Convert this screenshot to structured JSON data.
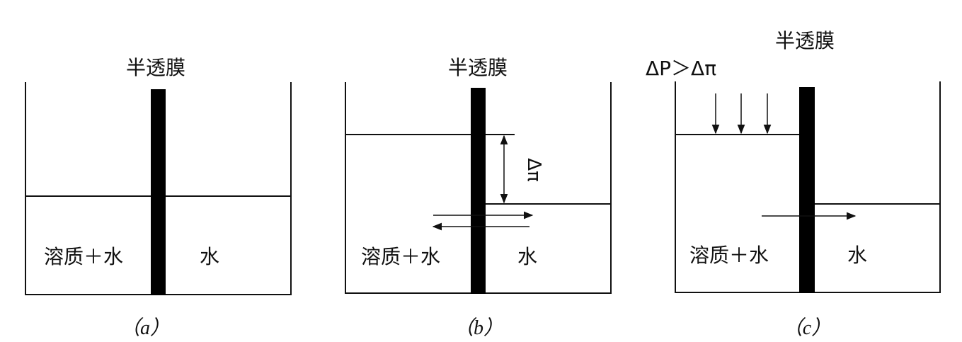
{
  "membrane_label": "半透膜",
  "panels": [
    {
      "id": "a",
      "caption": "（a）",
      "left_label": "溶质＋水",
      "right_label": "水"
    },
    {
      "id": "b",
      "caption": "（b）",
      "left_label": "溶质＋水",
      "right_label": "水",
      "delta_pi_label": "Δπ"
    },
    {
      "id": "c",
      "caption": "（c）",
      "left_label": "溶质＋水",
      "right_label": "水",
      "pressure_label": "ΔP＞Δπ"
    }
  ],
  "colors": {
    "line": "#111111",
    "membrane": "#000000"
  }
}
